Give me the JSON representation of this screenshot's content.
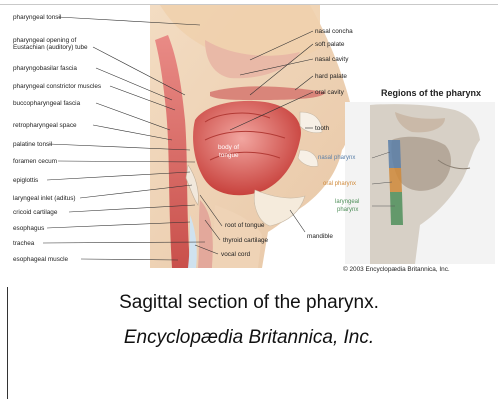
{
  "labels_left": [
    "pharyngeal tonsil",
    "pharyngeal opening of",
    "Eustachian (auditory) tube",
    "pharyngobasilar fascia",
    "pharyngeal constrictor muscles",
    "buccopharyngeal fascia",
    "retropharyngeal space",
    "palatine tonsil",
    "foramen cecum",
    "epiglottis",
    "laryngeal inlet (aditus)",
    "cricoid cartilage",
    "esophagus",
    "trachea",
    "esophageal muscle"
  ],
  "labels_right": [
    "nasal concha",
    "soft palate",
    "nasal cavity",
    "hard palate",
    "oral cavity",
    "tooth",
    "mandible"
  ],
  "labels_inner": {
    "body_of_tongue_1": "body of",
    "body_of_tongue_2": "tongue",
    "root_of_tongue": "root of tongue",
    "thyroid_cartilage": "thyroid cartilage",
    "vocal_cord": "vocal cord"
  },
  "inset": {
    "title": "Regions of the pharynx",
    "nasal": "nasal pharynx",
    "oral": "oral pharynx",
    "laryngeal_1": "laryngeal",
    "laryngeal_2": "pharynx",
    "colors": {
      "nasal": "#5a7fa8",
      "oral": "#d08a3a",
      "laryngeal": "#4f8f5a"
    }
  },
  "copyright": "© 2003 Encyclopædia Britannica, Inc.",
  "caption": {
    "line1": "Sagittal section of the pharynx.",
    "line2": "Encyclopædia Britannica, Inc."
  }
}
